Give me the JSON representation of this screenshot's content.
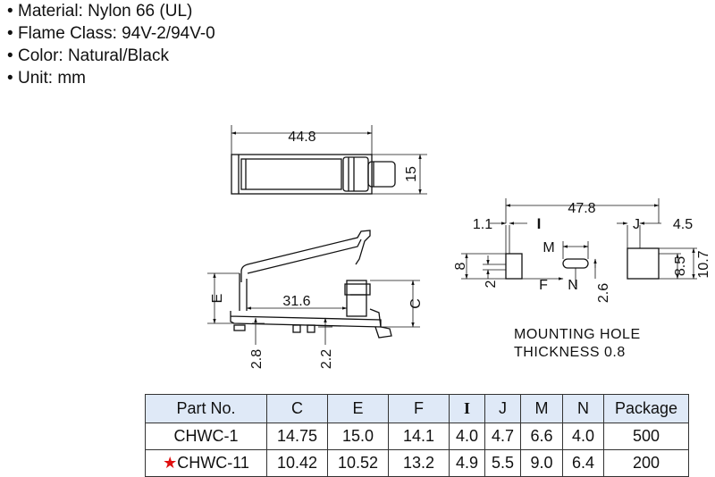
{
  "specs": [
    {
      "label": "Material: Nylon 66 (UL)"
    },
    {
      "label": "Flame Class: 94V-2/94V-0"
    },
    {
      "label": "Color: Natural/Black"
    },
    {
      "label": "Unit: mm"
    }
  ],
  "bullet": "•",
  "dims": {
    "top_width": "44.8",
    "top_height": "15",
    "side_e": "E",
    "side_c": "C",
    "side_len": "31.6",
    "side_28": "2.8",
    "side_22": "2.2",
    "mh_width": "47.8",
    "mh_11": "1.1",
    "mh_i": "I",
    "mh_j": "J",
    "mh_45": "4.5",
    "mh_m": "M",
    "mh_8": "8",
    "mh_2": "2",
    "mh_f": "F",
    "mh_n": "N",
    "mh_26": "2.6",
    "mh_85": "8.5",
    "mh_107": "10.7"
  },
  "note": {
    "line1": "MOUNTING HOLE",
    "line2": "THICKNESS 0.8"
  },
  "table": {
    "headers": [
      "Part No.",
      "C",
      "E",
      "F",
      "I",
      "J",
      "M",
      "N",
      "Package"
    ],
    "star": "★",
    "rows": [
      {
        "part": "CHWC-1",
        "starred": false,
        "c": "14.75",
        "e": "15.0",
        "f": "14.1",
        "i": "4.0",
        "j": "4.7",
        "m": "6.6",
        "n": "4.0",
        "pkg": "500"
      },
      {
        "part": "CHWC-11",
        "starred": true,
        "c": "10.42",
        "e": "10.52",
        "f": "13.2",
        "i": "4.9",
        "j": "5.5",
        "m": "9.0",
        "n": "6.4",
        "pkg": "200"
      }
    ]
  }
}
